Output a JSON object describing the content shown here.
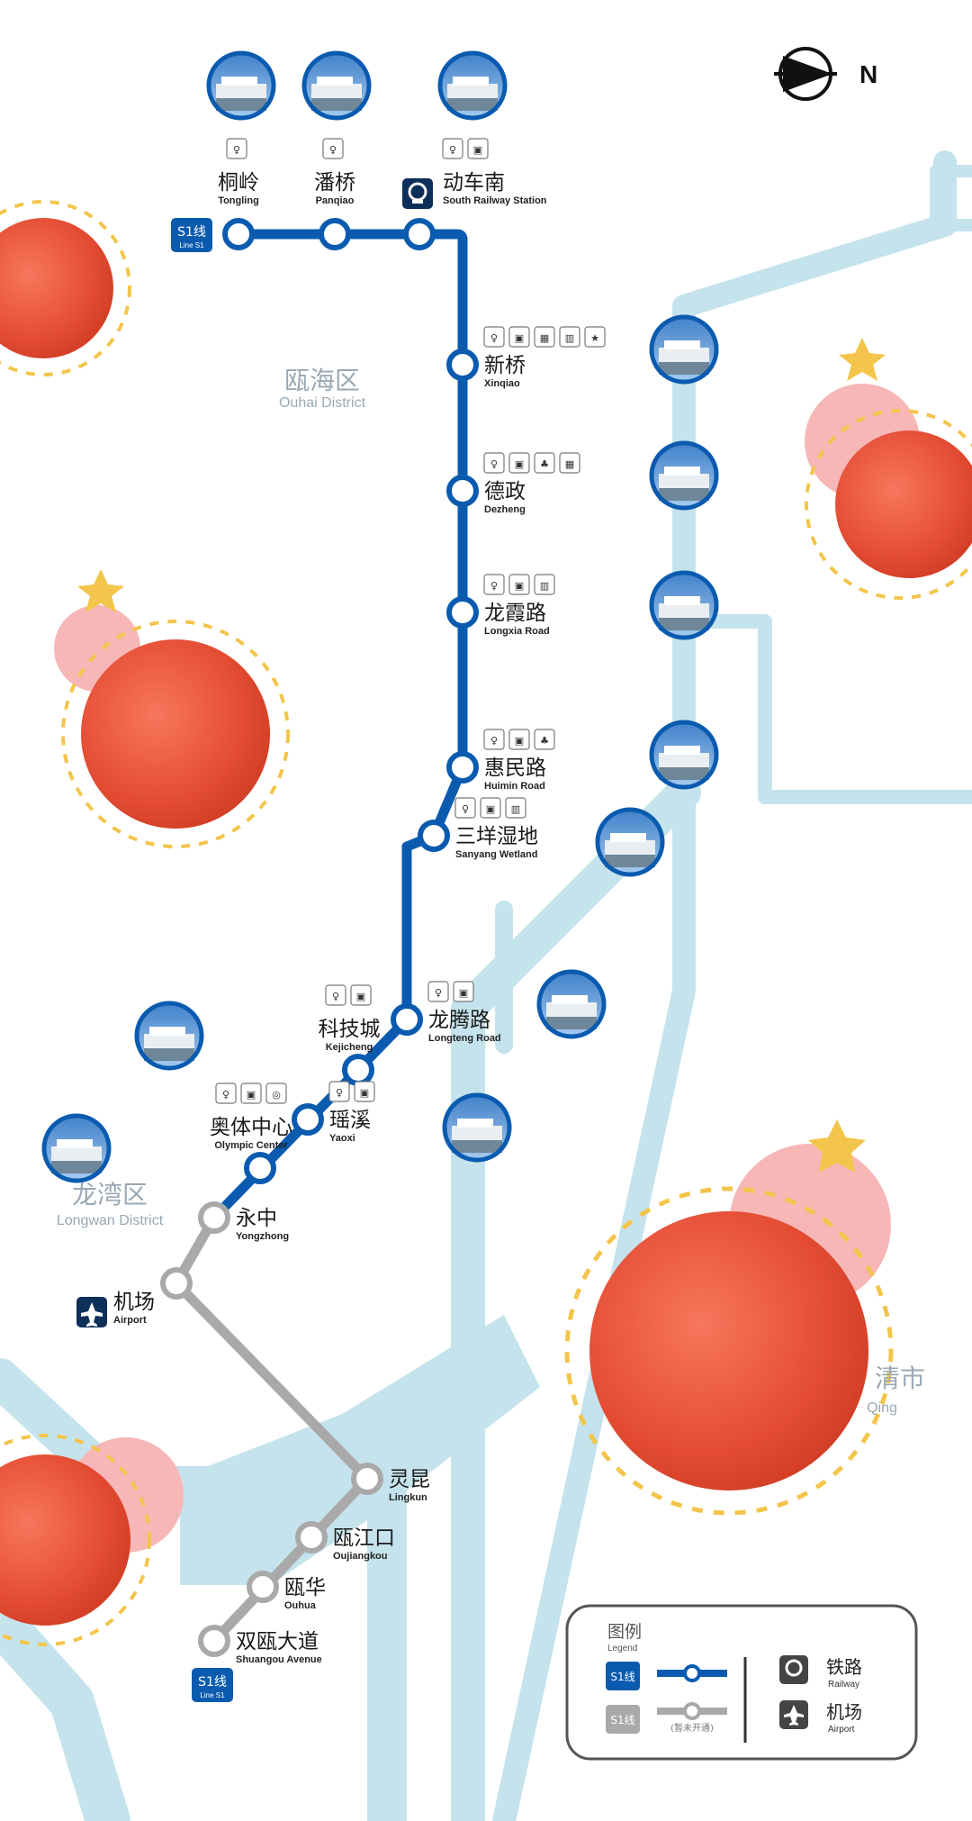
{
  "colors": {
    "operating": "#0a5bb0",
    "future": "#a9a9a9",
    "water": "#c5e3ec",
    "district_text": "#9aa8b5",
    "lantern": "#e8543c",
    "pig": "#f7b7b7",
    "legend_border": "#555555"
  },
  "compass": {
    "label": "N"
  },
  "lines": [
    {
      "badge_zh": "S1线",
      "badge_en": "Line S1"
    }
  ],
  "districts": [
    {
      "zh": "瓯海区",
      "en": "Ouhai District"
    },
    {
      "zh": "龙湾区",
      "en": "Longwan District"
    },
    {
      "zh": "清市",
      "en": "Qing"
    }
  ],
  "stations": [
    {
      "zh": "桐岭",
      "en": "Tongling",
      "status": "operating",
      "facilities": [
        "restroom-icon"
      ]
    },
    {
      "zh": "潘桥",
      "en": "Panqiao",
      "status": "operating",
      "facilities": [
        "restroom-icon"
      ]
    },
    {
      "zh": "动车南",
      "en": "South Railway Station",
      "status": "operating",
      "facilities": [
        "restroom-icon",
        "bus-icon"
      ],
      "transfer": "railway-icon"
    },
    {
      "zh": "新桥",
      "en": "Xinqiao",
      "status": "operating",
      "facilities": [
        "restroom-icon",
        "bus-icon",
        "shopping-icon",
        "building-icon",
        "landmark-icon"
      ]
    },
    {
      "zh": "德政",
      "en": "Dezheng",
      "status": "operating",
      "facilities": [
        "restroom-icon",
        "bus-icon",
        "park-icon",
        "shopping-icon"
      ]
    },
    {
      "zh": "龙霞路",
      "en": "Longxia Road",
      "status": "operating",
      "facilities": [
        "restroom-icon",
        "bus-icon",
        "building-icon"
      ]
    },
    {
      "zh": "惠民路",
      "en": "Huimin Road",
      "status": "operating",
      "facilities": [
        "restroom-icon",
        "bus-icon",
        "park-icon"
      ]
    },
    {
      "zh": "三垟湿地",
      "en": "Sanyang Wetland",
      "status": "operating",
      "facilities": [
        "restroom-icon",
        "bus-icon",
        "building-icon"
      ]
    },
    {
      "zh": "龙腾路",
      "en": "Longteng Road",
      "status": "operating",
      "facilities": [
        "restroom-icon",
        "bus-icon"
      ]
    },
    {
      "zh": "科技城",
      "en": "Kejicheng",
      "status": "operating",
      "facilities": [
        "restroom-icon",
        "bus-icon"
      ]
    },
    {
      "zh": "瑶溪",
      "en": "Yaoxi",
      "status": "operating",
      "facilities": [
        "restroom-icon",
        "bus-icon"
      ]
    },
    {
      "zh": "奥体中心",
      "en": "Olympic Center",
      "status": "operating",
      "facilities": [
        "restroom-icon",
        "bus-icon",
        "stadium-icon"
      ]
    },
    {
      "zh": "永中",
      "en": "Yongzhong",
      "status": "future",
      "facilities": []
    },
    {
      "zh": "机场",
      "en": "Airport",
      "status": "future",
      "facilities": [],
      "transfer": "airport-icon"
    },
    {
      "zh": "灵昆",
      "en": "Lingkun",
      "status": "future",
      "facilities": []
    },
    {
      "zh": "瓯江口",
      "en": "Oujiangkou",
      "status": "future",
      "facilities": []
    },
    {
      "zh": "瓯华",
      "en": "Ouhua",
      "status": "future",
      "facilities": []
    },
    {
      "zh": "双瓯大道",
      "en": "Shuangou Avenue",
      "status": "future",
      "facilities": []
    }
  ],
  "legend": {
    "title_zh": "图例",
    "title_en": "Legend",
    "operating_badge": "S1线",
    "future_badge": "S1线",
    "future_note": "(暂未开通)",
    "railway_zh": "铁路",
    "railway_en": "Railway",
    "airport_zh": "机场",
    "airport_en": "Airport"
  }
}
